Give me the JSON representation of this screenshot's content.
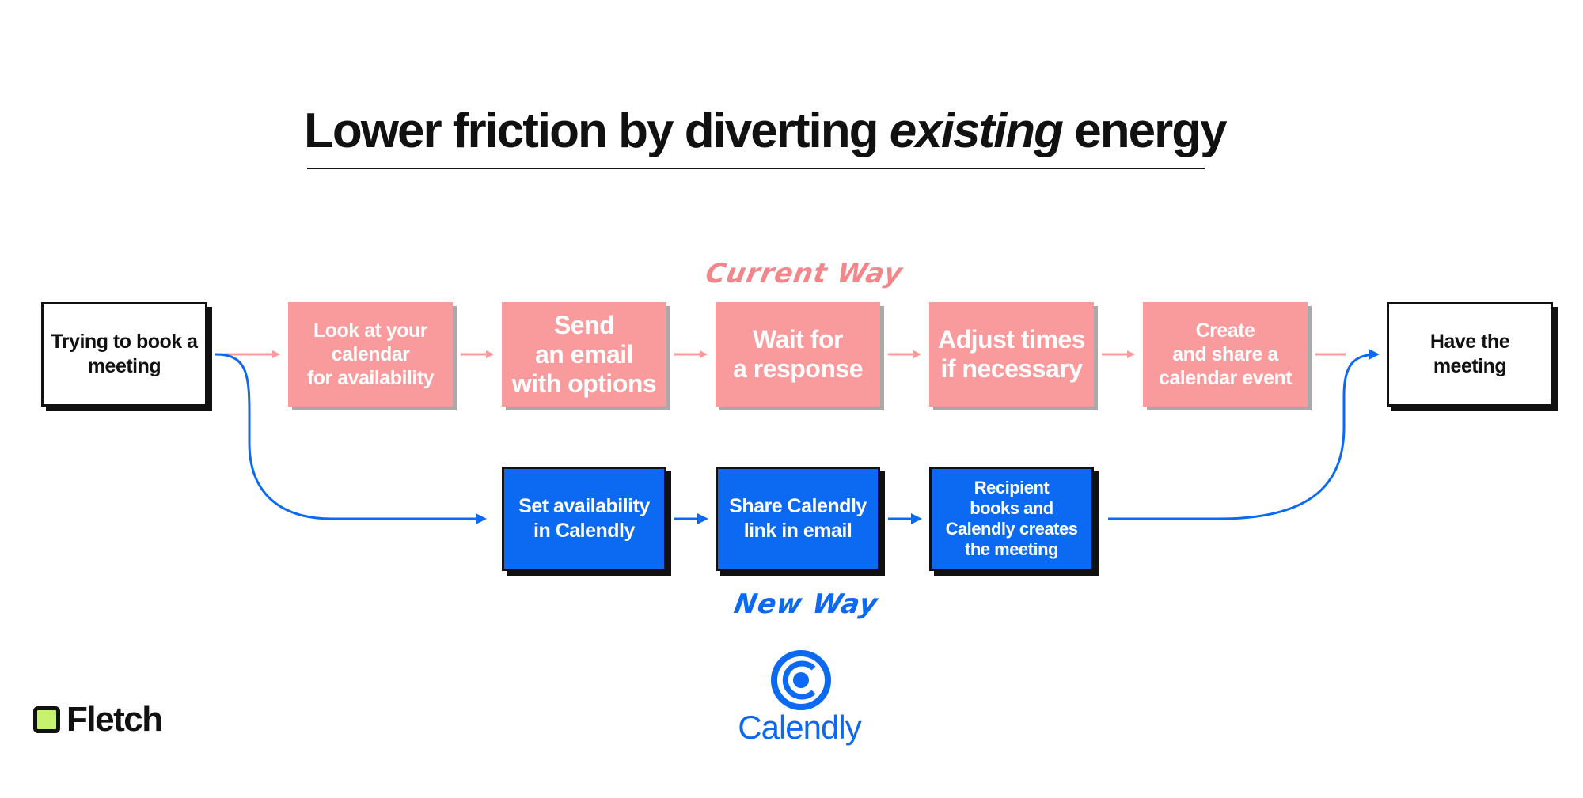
{
  "title": {
    "main": "Lower friction by diverting ",
    "emphasis": "existing",
    "end": " energy"
  },
  "start_box": "Trying to book a\nmeeting",
  "end_box": "Have the\nmeeting",
  "current_way": {
    "label": "Current Way",
    "steps": [
      "Look at your\ncalendar\nfor availability",
      "Send\nan email\nwith options",
      "Wait for\na response",
      "Adjust times\nif necessary",
      "Create\nand share a\ncalendar event"
    ]
  },
  "new_way": {
    "label": "New Way",
    "steps": [
      "Set availability\nin Calendly",
      "Share Calendly\nlink in email",
      "Recipient\nbooks and\nCalendly creates\nthe meeting"
    ]
  },
  "brand": {
    "fletch": "Fletch",
    "calendly": "Calendly"
  },
  "colors": {
    "pink": "#f99a9c",
    "pink_label": "#f3868a",
    "blue": "#0b69f2",
    "ink": "#111111",
    "fletch_green": "#c7f26e"
  }
}
